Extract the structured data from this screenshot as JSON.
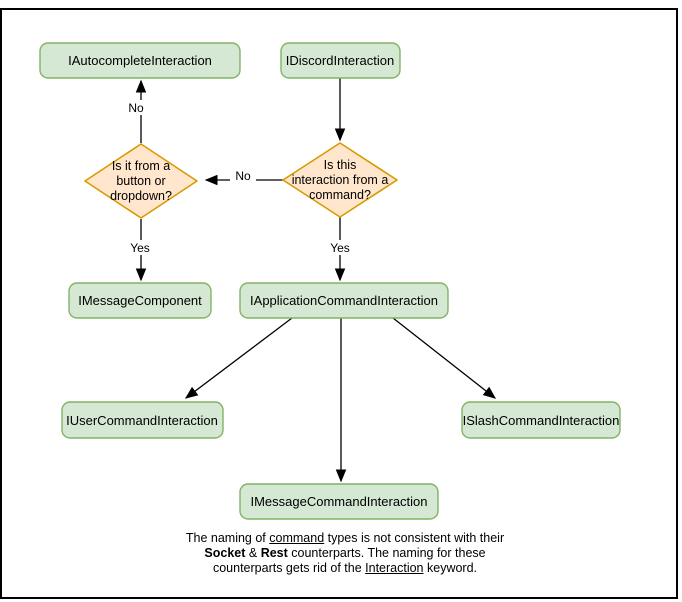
{
  "diagram": {
    "nodes": {
      "autocomplete": "IAutocompleteInteraction",
      "discord": "IDiscordInteraction",
      "message_component": "IMessageComponent",
      "application_command": "IApplicationCommandInteraction",
      "user_command": "IUserCommandInteraction",
      "slash_command": "ISlashCommandInteraction",
      "message_command": "IMessageCommandInteraction"
    },
    "decisions": {
      "button_dropdown": {
        "line1": "Is it from a",
        "line2": "button or",
        "line3": "dropdown?"
      },
      "from_command": {
        "line1": "Is this",
        "line2": "interaction from a",
        "line3": "command?"
      }
    },
    "edge_labels": {
      "no_autocomplete": "No",
      "no_component": "No",
      "yes_component": "Yes",
      "yes_command": "Yes"
    },
    "colors": {
      "node_fill": "#d5e8d4",
      "node_stroke": "#82b366",
      "decision_fill": "#ffe6cc",
      "decision_stroke": "#d79b00",
      "edge": "#000000",
      "border": "#000000",
      "background": "#ffffff"
    },
    "caption": {
      "l1a": "The naming of ",
      "l1b": "command",
      "l1c": " types is not consistent with their",
      "l2a": "Socket",
      "l2b": " & ",
      "l2c": "Rest",
      "l2d": " counterparts. The naming for these",
      "l3a": "counterparts gets rid of the ",
      "l3b": "Interaction",
      "l3c": " keyword."
    }
  }
}
